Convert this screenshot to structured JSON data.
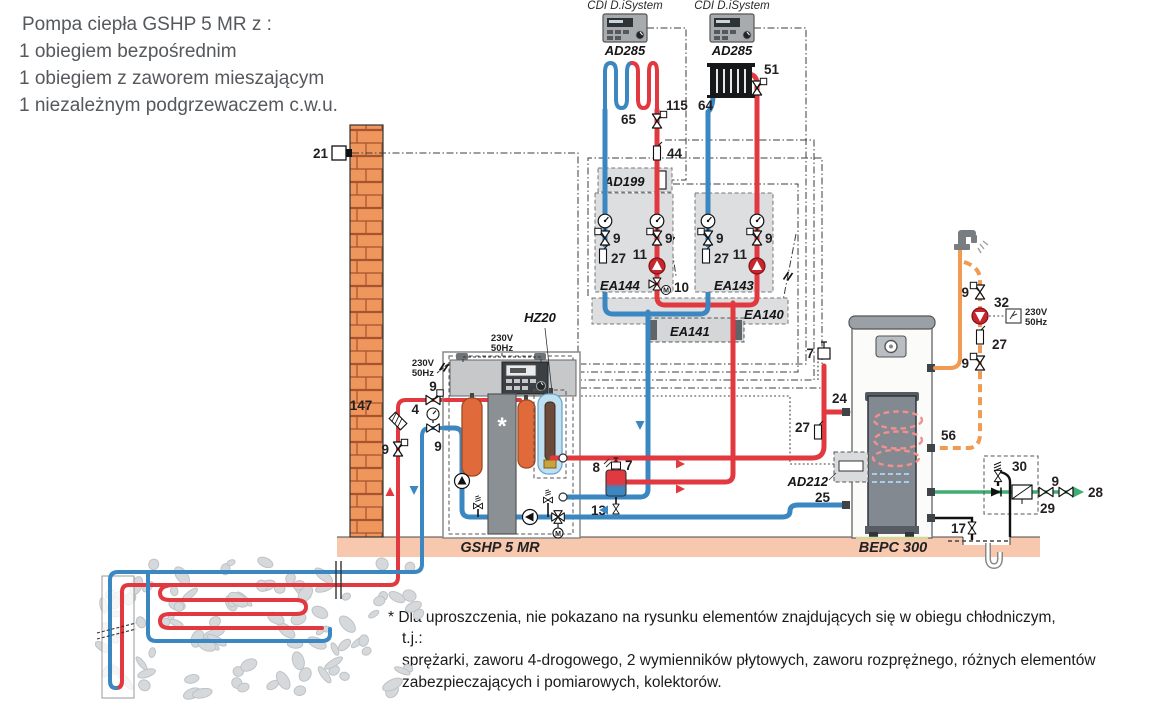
{
  "title": {
    "heading": "Pompa ciepła GSHP 5 MR z :",
    "items": [
      "1 obiegiem bezpośrednim",
      "1 obiegiem z zaworem mieszającym",
      "1 niezależnym podgrzewaczem c.w.u."
    ]
  },
  "controllers": {
    "name": "CDI D.iSystem",
    "model": "AD285"
  },
  "power": {
    "voltage": "230V",
    "frequency": "50Hz"
  },
  "units": {
    "heat_pump": "GSHP 5 MR",
    "dhw_tank": "BEPC 300"
  },
  "modules": {
    "ad199": "AD199",
    "ea144": "EA144",
    "ea143": "EA143",
    "ea141": "EA141",
    "ea140": "EA140",
    "ad212": "AD212",
    "heater": "HZ20"
  },
  "labels": {
    "outdoor_sensor": "21",
    "underfloor_circuit": "65",
    "underfloor_valve": "115",
    "flow_sensor": "44",
    "radiator": "64",
    "radiator_valve": "51",
    "shutoff_valve": "9",
    "temp_sensor": "27",
    "circuit_pump": "11",
    "mixing_valve": "10",
    "filter": "147",
    "manometer": "4",
    "separator": "8",
    "air_vent": "7",
    "drain_valve": "13",
    "tank_flow": "24",
    "tank_return": "25",
    "dhw_recirc": "56",
    "recirc_pump": "32",
    "safety_group": "30",
    "pressure_reducer": "29",
    "cold_water_inlet": "28",
    "drain": "17",
    "motor": "M",
    "compressor_note": "*"
  },
  "footnote": {
    "lines": [
      "* Dla uproszczenia, nie pokazano na rysunku elementów znajdujących się w obiegu chłodniczym,",
      "t.j.:",
      "sprężarki, zaworu 4-drogowego, 2 wymienników płytowych, zaworu rozprężnego, różnych elementów",
      "zabezpieczających i pomiarowych, kolektorów."
    ]
  },
  "colors": {
    "hot_pipe": "#e2383f",
    "cold_pipe": "#3a87c2",
    "dhw_pipe": "#f09a52",
    "cold_water_pipe": "#3eae72",
    "floor": "#f7c7ae",
    "brick": "#ef965c",
    "module_fill": "#dcdee0",
    "pump_red": "#c9252c",
    "ink": "#231f20"
  }
}
